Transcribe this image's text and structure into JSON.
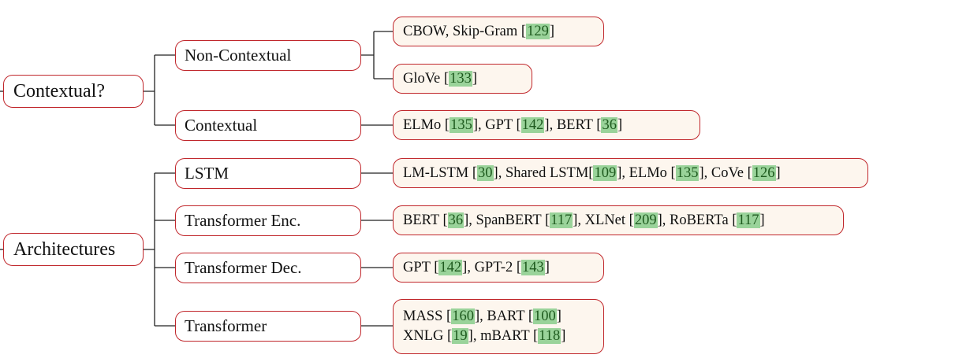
{
  "groups": [
    {
      "root": "Contextual?",
      "children": [
        {
          "label": "Non-Contextual",
          "leaves": [
            {
              "lines": [
                [
                  {
                    "t": "CBOW, Skip-Gram ["
                  },
                  {
                    "c": "129"
                  },
                  {
                    "t": "]"
                  }
                ]
              ]
            },
            {
              "lines": [
                [
                  {
                    "t": "GloVe ["
                  },
                  {
                    "c": "133"
                  },
                  {
                    "t": "]"
                  }
                ]
              ]
            }
          ]
        },
        {
          "label": "Contextual",
          "leaves": [
            {
              "lines": [
                [
                  {
                    "t": "ELMo ["
                  },
                  {
                    "c": "135"
                  },
                  {
                    "t": "], GPT ["
                  },
                  {
                    "c": "142"
                  },
                  {
                    "t": "], BERT ["
                  },
                  {
                    "c": "36"
                  },
                  {
                    "t": "]"
                  }
                ]
              ]
            }
          ]
        }
      ]
    },
    {
      "root": "Architectures",
      "children": [
        {
          "label": "LSTM",
          "leaves": [
            {
              "lines": [
                [
                  {
                    "t": "LM-LSTM ["
                  },
                  {
                    "c": "30"
                  },
                  {
                    "t": "], Shared LSTM["
                  },
                  {
                    "c": "109"
                  },
                  {
                    "t": "], ELMo ["
                  },
                  {
                    "c": "135"
                  },
                  {
                    "t": "], CoVe ["
                  },
                  {
                    "c": "126"
                  },
                  {
                    "t": "]"
                  }
                ]
              ]
            }
          ]
        },
        {
          "label": "Transformer Enc.",
          "leaves": [
            {
              "lines": [
                [
                  {
                    "t": "BERT ["
                  },
                  {
                    "c": "36"
                  },
                  {
                    "t": "], SpanBERT ["
                  },
                  {
                    "c": "117"
                  },
                  {
                    "t": "], XLNet ["
                  },
                  {
                    "c": "209"
                  },
                  {
                    "t": "], RoBERTa ["
                  },
                  {
                    "c": "117"
                  },
                  {
                    "t": "]"
                  }
                ]
              ]
            }
          ]
        },
        {
          "label": "Transformer Dec.",
          "leaves": [
            {
              "lines": [
                [
                  {
                    "t": "GPT ["
                  },
                  {
                    "c": "142"
                  },
                  {
                    "t": "], GPT-2 ["
                  },
                  {
                    "c": "143"
                  },
                  {
                    "t": "]"
                  }
                ]
              ]
            }
          ]
        },
        {
          "label": "Transformer",
          "leaves": [
            {
              "lines": [
                [
                  {
                    "t": "MASS ["
                  },
                  {
                    "c": "160"
                  },
                  {
                    "t": "], BART ["
                  },
                  {
                    "c": "100"
                  },
                  {
                    "t": "]"
                  }
                ],
                [
                  {
                    "t": "XNLG ["
                  },
                  {
                    "c": "19"
                  },
                  {
                    "t": "], mBART ["
                  },
                  {
                    "c": "118"
                  },
                  {
                    "t": "]"
                  }
                ]
              ]
            }
          ]
        }
      ]
    }
  ],
  "colors": {
    "border": "#c0262b",
    "leaf_fill": "#fdf6ee",
    "citation_fill": "#9ad39a",
    "connector": "#222222"
  }
}
